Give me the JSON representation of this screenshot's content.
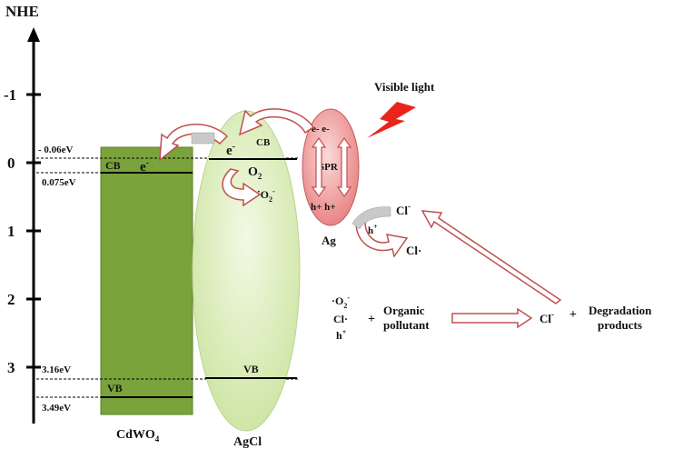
{
  "axis": {
    "label": "NHE",
    "ticks": [
      {
        "label": "-1",
        "value": -1
      },
      {
        "label": "0",
        "value": 0
      },
      {
        "label": "1",
        "value": 1
      },
      {
        "label": "2",
        "value": 2
      },
      {
        "label": "3",
        "value": 3
      }
    ],
    "range": [
      -1.8,
      3.8
    ]
  },
  "cdwo4": {
    "name": "CdWO",
    "name_sub": "4",
    "cb_label": "CB",
    "vb_label": "VB",
    "electron": "e",
    "electron_sup": "-",
    "level_labels": {
      "cb_top": "- 0.06eV",
      "cb_bottom": "0.075eV",
      "vb_top": "3.16eV",
      "vb_bottom": "3.49eV"
    },
    "levels_ev": {
      "cb_top": -0.06,
      "cb_bottom": 0.075,
      "vb_top": 3.16,
      "vb_bottom": 3.49
    }
  },
  "agcl": {
    "name": "AgCl",
    "cb_label": "CB",
    "vb_label": "VB",
    "electron": "e",
    "electron_sup": "-",
    "o2_label": "O",
    "o2_sub": "2",
    "superoxide_dot": "·",
    "superoxide": "O",
    "superoxide_sub": "2",
    "superoxide_sup": "-"
  },
  "ag": {
    "name": "Ag",
    "spr_label": "SPR",
    "electrons": "e- e-",
    "holes": "h+ h+",
    "hole": "h",
    "hole_sup": "+"
  },
  "visible_light": "Visible light",
  "chloride_cycle": {
    "cl_ion": "Cl",
    "cl_ion_sup": "-",
    "cl_radical": "Cl·"
  },
  "reaction": {
    "radicals_line1": "·O",
    "radicals_line1_sub": "2",
    "radicals_line1_sup": "-",
    "radicals_line2": "Cl·",
    "radicals_line3": "h",
    "radicals_line3_sup": "+",
    "plus": "+",
    "pollutant_line1": "Organic",
    "pollutant_line2": "pollutant",
    "product_cl": "Cl",
    "product_cl_sup": "-",
    "plus2": "+",
    "products_line1": "Degradation",
    "products_line2": "products"
  },
  "colors": {
    "cdwo4_fill": "#7aa33c",
    "agcl_fill": "#ddefc0",
    "ag_fill": "#f2a0a0",
    "arrow_fill": "#ffffff",
    "arrow_stroke": "#c0504d",
    "lightning": "#e8241c"
  }
}
